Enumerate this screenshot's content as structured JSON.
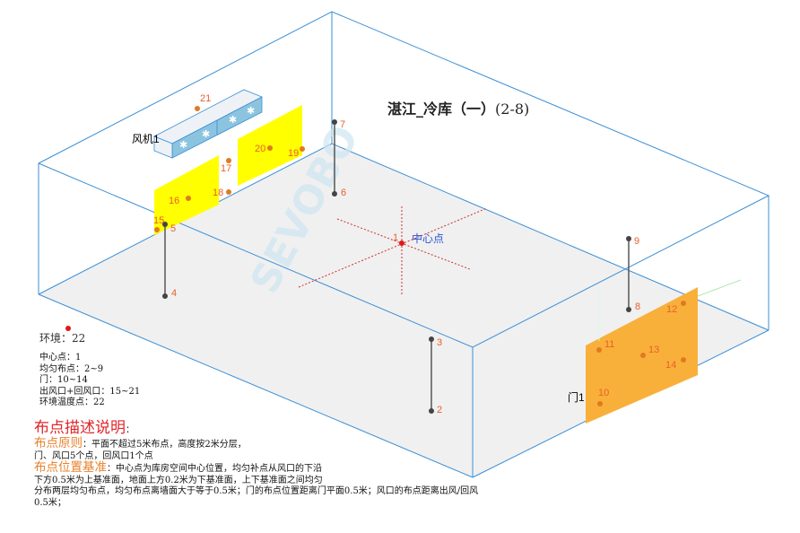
{
  "title": {
    "main": "湛江_冷库（一）",
    "range": "(2-8)"
  },
  "fan_label": "风机1",
  "door_label": "门1",
  "center_label": "中心点",
  "watermark": "SEVOBO",
  "points": [
    "1",
    "2",
    "3",
    "4",
    "5",
    "6",
    "7",
    "8",
    "9",
    "10",
    "11",
    "12",
    "13",
    "14",
    "15",
    "16",
    "17",
    "18",
    "19",
    "20",
    "21"
  ],
  "environment": "环境：22",
  "legend": [
    "中心点：1",
    "均匀布点：2~9",
    "门：10~14",
    "出风口+回风口：15~21",
    "环境温度点：22"
  ],
  "description": {
    "heading": "布点描述说明",
    "heading_colon": "：",
    "principle_title": "布点原则",
    "principle_text": "：平面不超过5米布点，高度按2米分层，",
    "principle_text2": "门、风口5个点，回风口1个点",
    "basis_title": "布点位置基准",
    "basis_text": "：中心点为库房空间中心位置，均匀补点从风口的下沿",
    "basis_text2": "下方0.5米为上基准面，地面上方0.2米为下基准面，上下基准面之间均匀",
    "basis_text3": "分布两层均匀布点，均匀布点离墙面大于等于0.5米；门的布点位置距离门平面0.5米；风口的布点距离出风/回风",
    "basis_text4": "0.5米；"
  },
  "colors": {
    "edge": "#3a8fd6",
    "floor": "#f0f0f0",
    "door": "#f9b03a",
    "vent": "#ffff00",
    "fan": "#8cc4e0",
    "point": "#e07a20",
    "red": "#e01818"
  }
}
